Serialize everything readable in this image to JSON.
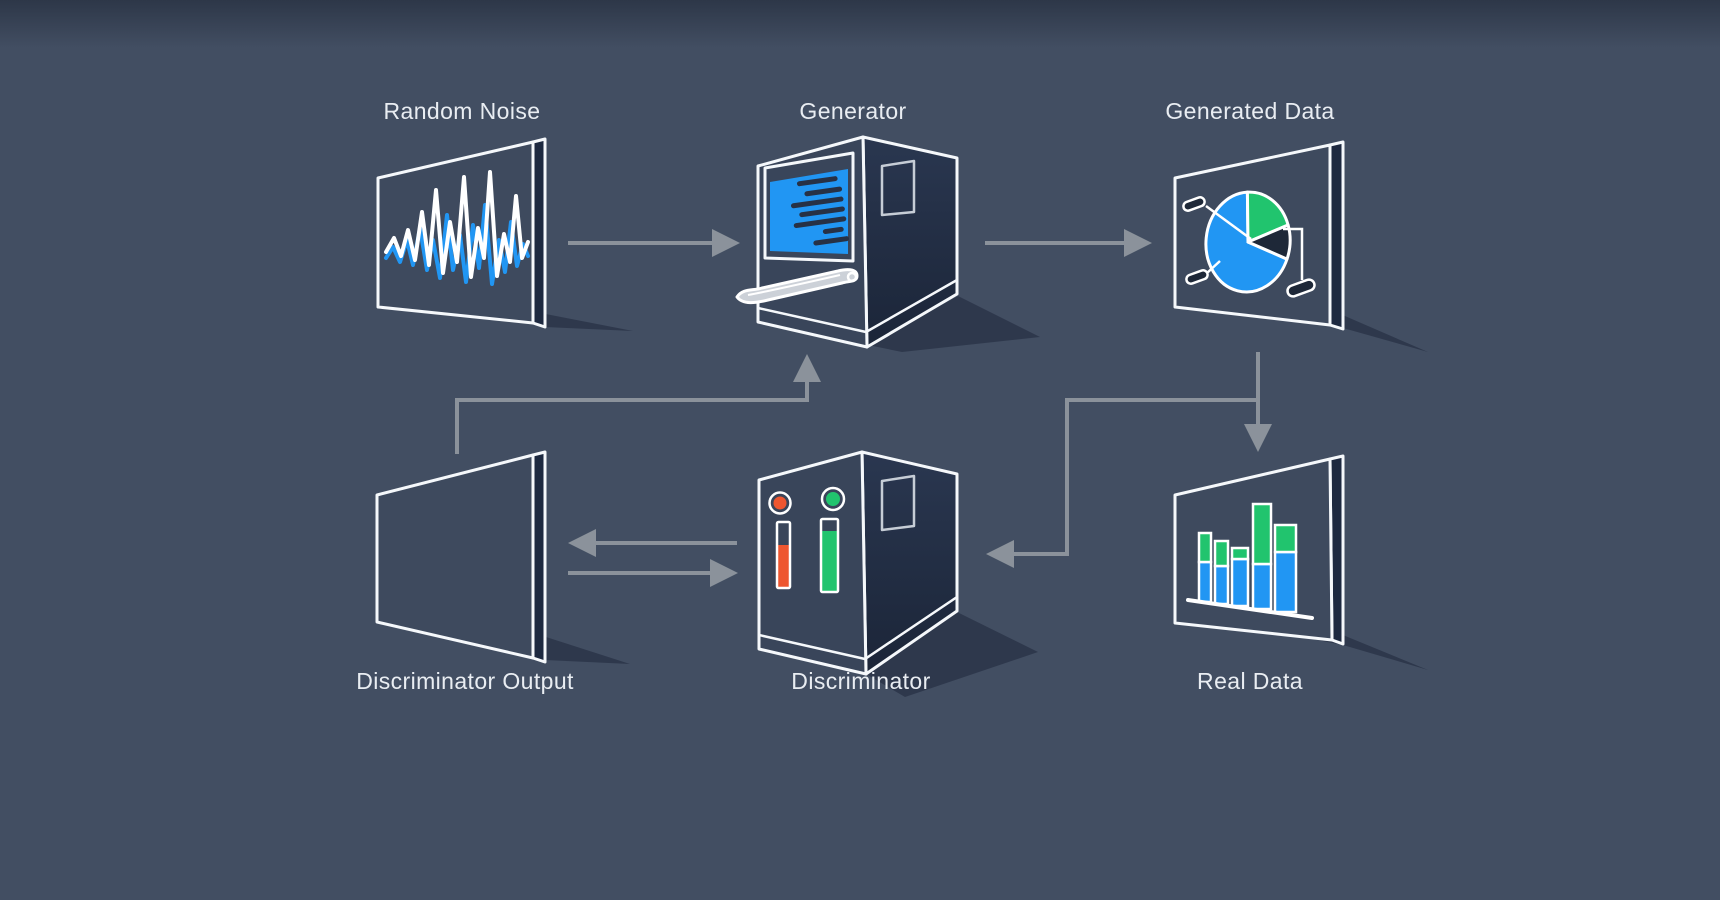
{
  "title": "GAN (Generative Adversarial Network) flow diagram",
  "background_color": "#424e62",
  "palette": {
    "outline_white": "#f5f8fb",
    "arrow_gray": "#8b929b",
    "accent_blue": "#2196f3",
    "accent_green": "#21c46e",
    "accent_orange": "#ee5630",
    "dark_navy": "#1d2940",
    "paper_gray": "#ccd1d8",
    "label_text": "#e9edf2"
  },
  "nodes": [
    {
      "id": "random-noise",
      "label": "Random Noise",
      "kind": "panel",
      "icon": "waveform"
    },
    {
      "id": "generator",
      "label": "Generator",
      "kind": "machine",
      "icon": "screen-with-paper-output"
    },
    {
      "id": "generated-data",
      "label": "Generated Data",
      "kind": "panel",
      "icon": "pie-chart"
    },
    {
      "id": "discriminator-output",
      "label": "Discriminator Output",
      "kind": "panel",
      "icon": "blank"
    },
    {
      "id": "discriminator",
      "label": "Discriminator",
      "kind": "machine",
      "icon": "indicator-lights-and-gauges"
    },
    {
      "id": "real-data",
      "label": "Real Data",
      "kind": "panel",
      "icon": "bar-chart"
    }
  ],
  "flows": [
    {
      "from": "random-noise",
      "to": "generator"
    },
    {
      "from": "generator",
      "to": "generated-data"
    },
    {
      "from": "generated-data",
      "to": "real-data"
    },
    {
      "from": "generated-data",
      "to": "discriminator"
    },
    {
      "from": "discriminator",
      "to": "discriminator-output"
    },
    {
      "from": "discriminator-output",
      "to": "discriminator"
    },
    {
      "from": "discriminator-output",
      "to": "generator"
    }
  ]
}
